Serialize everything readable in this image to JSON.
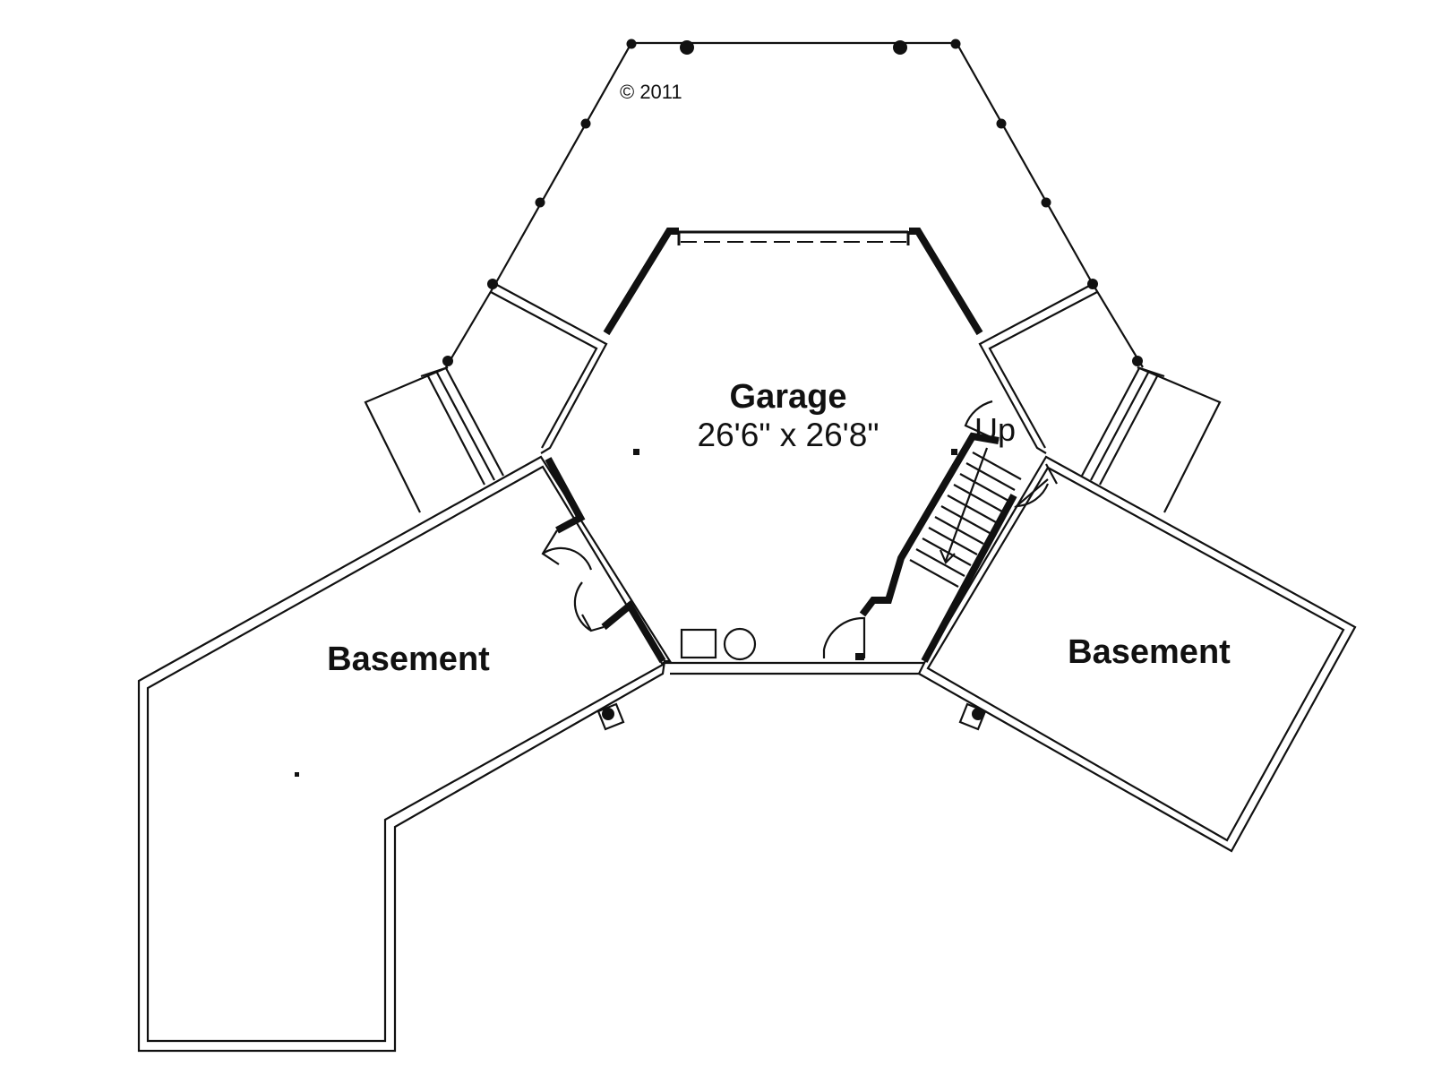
{
  "copyright": "© 2011",
  "rooms": {
    "garage": {
      "name": "Garage",
      "dimensions": "26'6\" x 26'8\""
    },
    "basement_left": {
      "name": "Basement"
    },
    "basement_right": {
      "name": "Basement"
    }
  },
  "stair": {
    "label": "Up"
  },
  "colors": {
    "line": "#111111",
    "background": "#ffffff"
  }
}
